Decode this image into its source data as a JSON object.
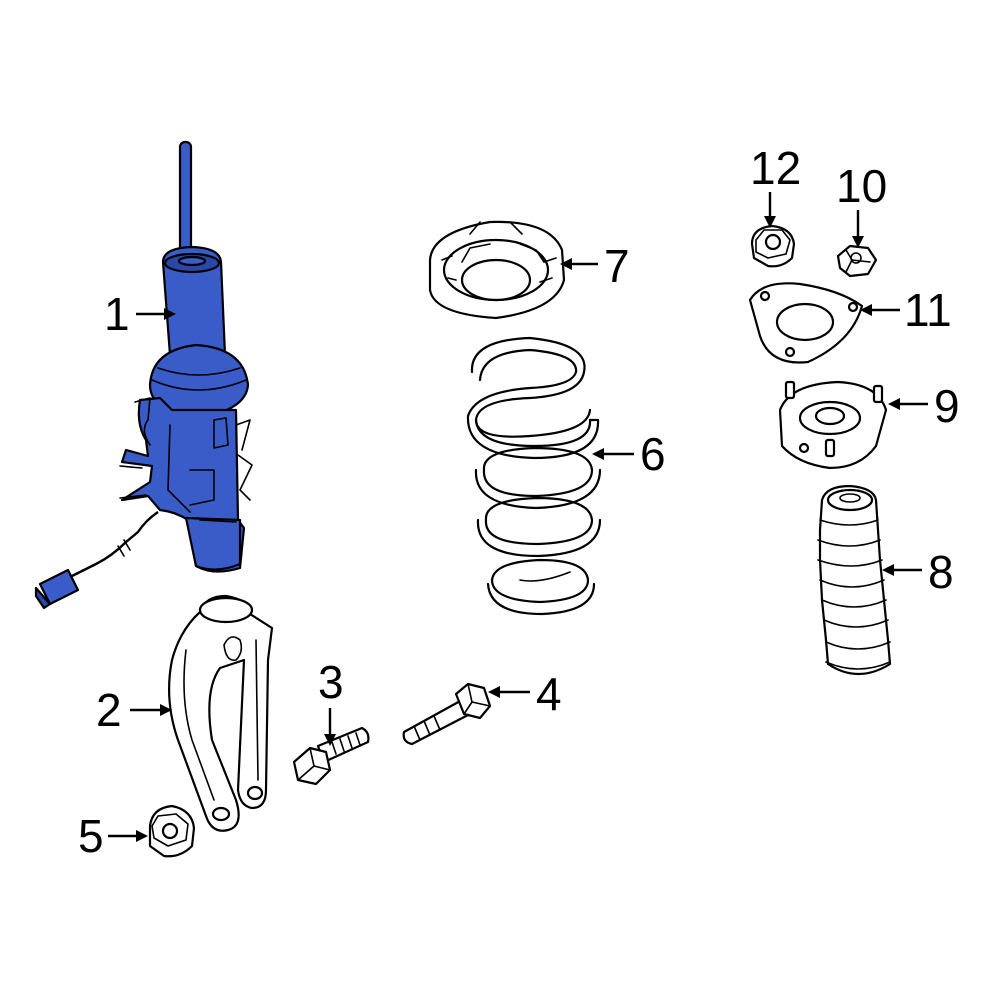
{
  "colors": {
    "highlight": "#3a5cc9",
    "highlight_dark": "#2a47a8",
    "line": "#000000",
    "background": "#ffffff"
  },
  "callouts": [
    {
      "id": "1",
      "label": "1"
    },
    {
      "id": "2",
      "label": "2"
    },
    {
      "id": "3",
      "label": "3"
    },
    {
      "id": "4",
      "label": "4"
    },
    {
      "id": "5",
      "label": "5"
    },
    {
      "id": "6",
      "label": "6"
    },
    {
      "id": "7",
      "label": "7"
    },
    {
      "id": "8",
      "label": "8"
    },
    {
      "id": "9",
      "label": "9"
    },
    {
      "id": "10",
      "label": "10"
    },
    {
      "id": "11",
      "label": "11"
    },
    {
      "id": "12",
      "label": "12"
    }
  ],
  "highlighted_part": "1"
}
